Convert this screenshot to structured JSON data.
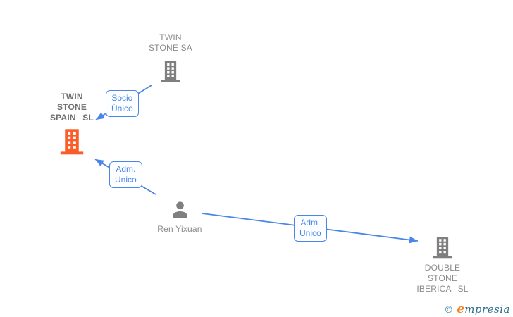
{
  "diagram": {
    "background": "#ffffff",
    "type": "company-ownership-graph"
  },
  "colors": {
    "edge_blue": "#4a86e8",
    "label_text_blue": "#4a86e8",
    "node_text_gray": "#8a8a8a",
    "node_text_bold_gray": "#6f6f6f",
    "icon_gray": "#7f7f7f",
    "icon_orange_highlight": "#f95d28",
    "watermark_teal": "#2d6e8c",
    "watermark_orange": "#f0821e"
  },
  "icons": {
    "company": "building-icon",
    "person": "person-icon"
  },
  "nodes": {
    "twin_stone_sa": {
      "type": "company",
      "lines": [
        "TWIN",
        "STONE SA"
      ]
    },
    "twin_stone_spain_sl": {
      "type": "company",
      "highlight": true,
      "lines": [
        "TWIN",
        "STONE",
        "SPAIN SL"
      ]
    },
    "ren_yixuan": {
      "type": "person",
      "lines": [
        "Ren Yixuan"
      ]
    },
    "double_stone_iberica_sl": {
      "type": "company",
      "lines": [
        "DOUBLE",
        "STONE",
        "IBERICA SL"
      ]
    }
  },
  "edges": [
    {
      "from": "twin_stone_sa",
      "to": "twin_stone_spain_sl",
      "label_lines": [
        "Socio",
        "Único"
      ]
    },
    {
      "from": "ren_yixuan",
      "to": "twin_stone_spain_sl",
      "label_lines": [
        "Adm.",
        "Unico"
      ]
    },
    {
      "from": "ren_yixuan",
      "to": "double_stone_iberica_sl",
      "label_lines": [
        "Adm.",
        "Unico"
      ]
    }
  ],
  "watermark": {
    "symbol": "©",
    "brand_initial": "e",
    "brand_rest": "mpresia"
  }
}
